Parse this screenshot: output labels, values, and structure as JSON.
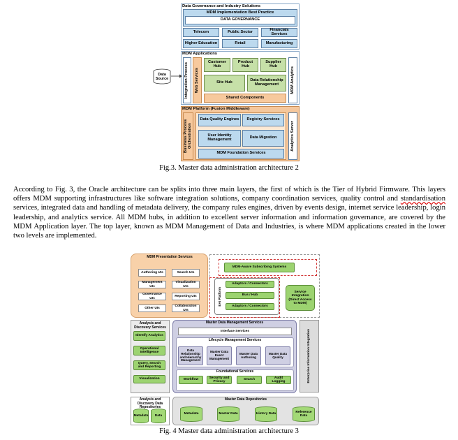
{
  "fig3": {
    "governance_title": "Data Governance and Industry Solutions",
    "best_practice": "MDM Implementation Best Practice",
    "data_governance": "DATA GOVERNANCE",
    "industries_row1": [
      "Telecom",
      "Public Sector",
      "Financials Services"
    ],
    "industries_row2": [
      "Higher Education",
      "Retail",
      "Manufacturing"
    ],
    "applications_title": "MDM Applications",
    "data_source": "Data Source",
    "integration_process": "Integration Process",
    "web_services": "Web Services",
    "customer_hub": "Customer Hub",
    "product_hub": "Product Hub",
    "supplier_hub": "Supplier Hub",
    "site_hub": "Site Hub",
    "data_relationship_management": "Data Relationship Management",
    "shared_components": "Shared Components",
    "mdm_analytics": "MDM Analytics",
    "platform_title": "MDM Platform (Fusion Middleware)",
    "bpo": "Business Process Orchestration",
    "data_quality_engines": "Data Quality Engines",
    "registry_services": "Registry Services",
    "user_identity_management": "User Identity Management",
    "data_migration": "Data Migration",
    "mdm_foundation_services": "MDM Foundation Services",
    "analytics_server": "Analytics Server",
    "caption": "Fig.3. Master data administration architecture 2"
  },
  "paragraph": {
    "part1": "According to Fig. 3, the Oracle architecture can be splits into three main layers, the first of which is the Tier of Hybrid Firmware. This layers offers MDM supporting infrastructures like software integration solutions, company coordination services, quality control and ",
    "flagged_word": "standardisation",
    "part2": " services, integrated data and handling of metadata delivery, the company rules engines, driven by events design, internet service leadership, login leadership, and analytics service. All MDM hubs, in addition to excellent server information and information governance, are covered by the MDM Application layer. The top layer, known as MDM Management of Data and Industries, is where MDM applications created in the lower two levels are implemented."
  },
  "fig4": {
    "presentation_title": "MDM Presentation Services",
    "authoring_uis": "Authoring UIs",
    "search_uis": "Search UIs",
    "management_uis": "Management UIs",
    "visualization_uis": "Visualization UIs",
    "governance_uis": "Governance UIs",
    "reporting_uis": "Reporting UIs",
    "other_uis": "Other UIs",
    "collaboration_uis": "Collaboration UIs",
    "mdm_aware_systems": "MDM-Aware Subscribing Systems",
    "eai_platform": "EAI Platform",
    "adaptors_connectors_1": "Adaptors / Connectors",
    "bus_hub": "Bus / Hub",
    "adaptors_connectors_2": "Adaptors / Connectors",
    "service_integration": "Service Integration (Direct Access to MDM)",
    "analysis_title": "Analysis and Discovery Services",
    "identify_analytics": "Identify Analytics",
    "operational_intelligence": "Operational Intelligence",
    "query_search_reporting": "Query, Search and Reporting",
    "visualization": "Visualization",
    "mdm_services_title": "Master Data Management Services",
    "interface_services": "Interface Services",
    "lifecycle_services": "Lifecycle Management Services",
    "drhm": "Data Relationship and Hierarchy Management",
    "event_management": "Master Data Event Management",
    "md_authoring": "Master Data Authoring",
    "md_quality": "Master Data Quality",
    "foundational_services": "Foundational Services",
    "workflow": "Workflow",
    "security_privacy": "Security and Privacy",
    "search": "Search",
    "audit_logging": "Audit Logging",
    "eii": "Enterprise Information Integration",
    "repos_left_title": "Analysis and Discovery Data Repositories",
    "metadata_small": "Metadata",
    "data_small": "Data",
    "repos_title": "Master Data Repositories",
    "metadata": "Metadata",
    "master_data": "Master Data",
    "history_data": "History Data",
    "reference_data": "Reference Data",
    "caption": "Fig. 4 Master data administration architecture 3"
  }
}
